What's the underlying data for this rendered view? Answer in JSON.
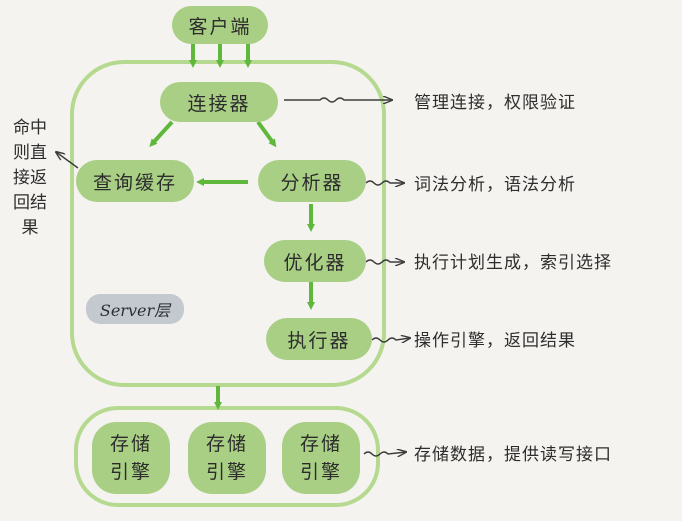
{
  "diagram": {
    "client": "客户端",
    "server_layer": "Server层",
    "components": {
      "connector": "连接器",
      "query_cache": "查询缓存",
      "analyzer": "分析器",
      "optimizer": "优化器",
      "executor": "执行器"
    },
    "storage_engines": [
      [
        "存储",
        "引擎"
      ],
      [
        "存储",
        "引擎"
      ],
      [
        "存储",
        "引擎"
      ]
    ],
    "annotations": {
      "connector": "管理连接，权限验证",
      "analyzer": "词法分析，语法分析",
      "optimizer": "执行计划生成，索引选择",
      "executor": "操作引擎，返回结果",
      "storage": "存储数据，提供读写接口",
      "cache_hit": "命中则直接返回结果"
    },
    "colors": {
      "node_fill": "#a9cf85",
      "frame_stroke": "#b5d98f",
      "arrow": "#5fb83c",
      "note_arrow": "#3d3d3d",
      "badge": "#c4c8cf"
    }
  }
}
